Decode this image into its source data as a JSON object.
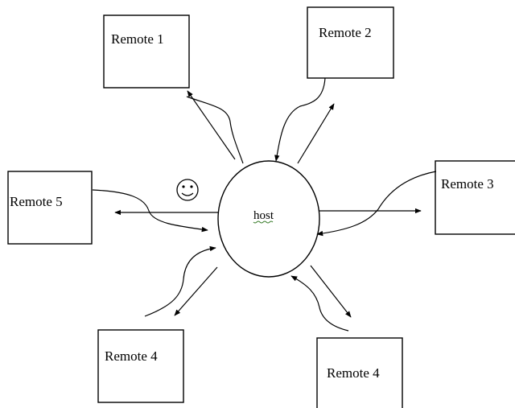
{
  "diagram": {
    "host": {
      "label": "host"
    },
    "remotes": {
      "r1": {
        "label": "Remote 1"
      },
      "r2": {
        "label": "Remote 2"
      },
      "r3": {
        "label": "Remote 3"
      },
      "r5": {
        "label": "Remote 5"
      },
      "r4a": {
        "label": "Remote 4"
      },
      "r4b": {
        "label": "Remote 4"
      }
    },
    "icons": {
      "smiley": "smiley-face-icon"
    },
    "colors": {
      "stroke": "#000000",
      "background": "#ffffff",
      "spellcheck_underline": "#3a7d2c"
    }
  }
}
